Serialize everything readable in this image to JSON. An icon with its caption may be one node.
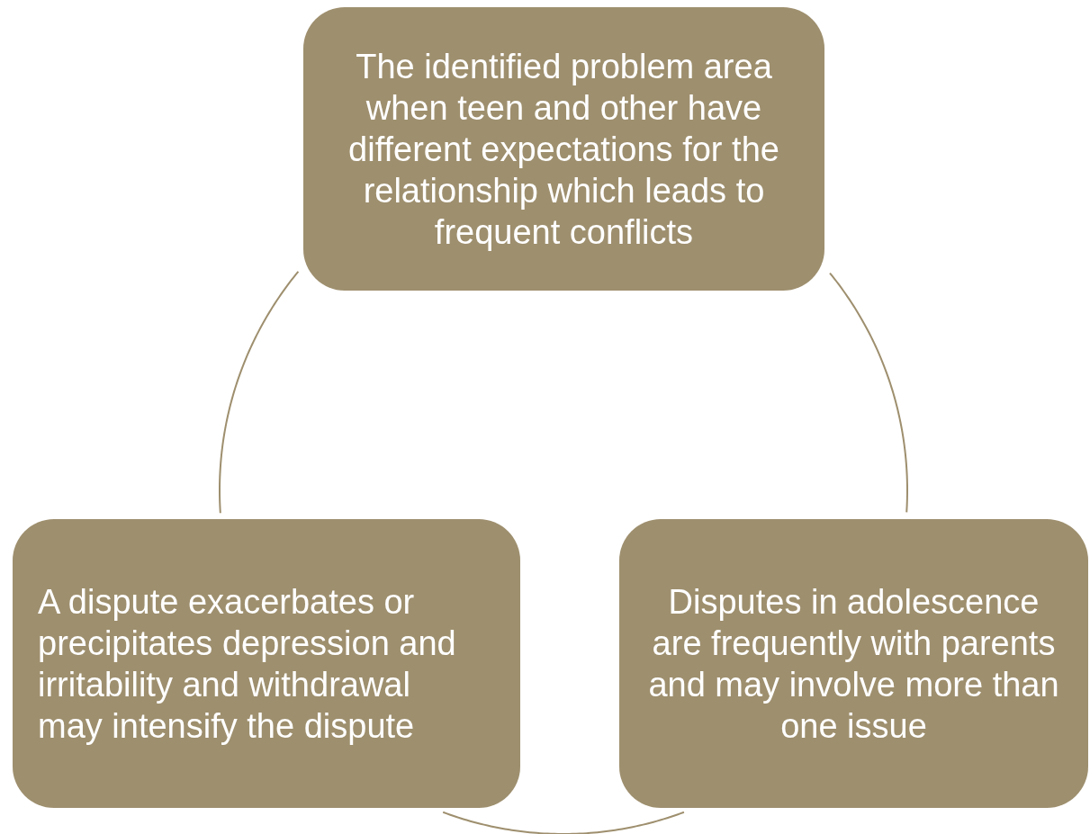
{
  "diagram": {
    "nodes": [
      {
        "text": [
          "The identified problem area when teen and other have different expectations for the relationship which leads to frequent conflicts"
        ]
      },
      {
        "text": [
          "A dispute exacerbates or precipitates depression and irritability and withdrawal may intensify the dispute"
        ]
      },
      {
        "text": [
          "Disputes in adolescence are frequently with parents and may involve more than one issue"
        ]
      }
    ],
    "edges": [
      {
        "from": 0,
        "to": 1,
        "arrow": "none"
      },
      {
        "from": 0,
        "to": 2,
        "arrow": "none"
      },
      {
        "from": 1,
        "to": 2,
        "arrow": "none"
      }
    ]
  }
}
